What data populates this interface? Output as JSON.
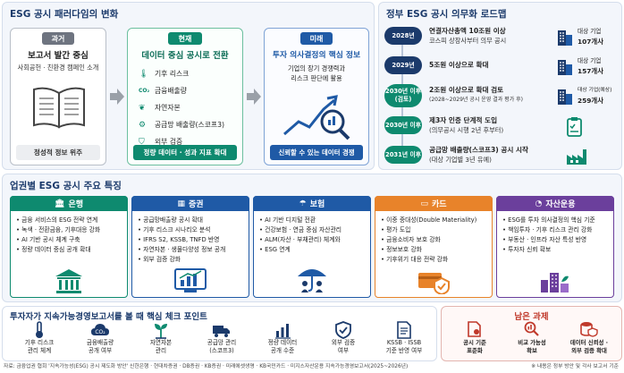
{
  "paradigm": {
    "title": "ESG 공시 패러다임의 변화",
    "past": {
      "tag": "과거",
      "heading": "보고서 발간 중심",
      "sub": "사회공헌 · 친환경 캠페인 소개",
      "footer": "정성적 정보 위주"
    },
    "present": {
      "tag": "현재",
      "heading": "데이터 중심 공시로 전환",
      "items": [
        "기후 리스크",
        "금융배출량",
        "자연자본",
        "공급망 배출량(스코프3)",
        "외부 검증"
      ],
      "footer": "정량 데이터 · 성과 지표 확대"
    },
    "future": {
      "tag": "미래",
      "heading": "투자 의사결정의 핵심 정보",
      "sub1": "기업의 장기 경쟁력과",
      "sub2": "리스크 판단에 활용",
      "footer": "신뢰할 수 있는 데이터 경쟁"
    }
  },
  "roadmap": {
    "title": "정부 ESG 공시 의무화 로드맵",
    "steps": [
      {
        "year": "2028년",
        "year2": "",
        "line1": "연결자산총액 10조원 이상",
        "line2": "코스피 상장사부터 의무 공시",
        "right1": "대상 기업",
        "right2": "107개사"
      },
      {
        "year": "2029년",
        "year2": "",
        "line1": "5조원 이상으로 확대",
        "line2": "",
        "right1": "대상 기업",
        "right2": "157개사"
      },
      {
        "year": "2030년 이후",
        "year2": "(검토)",
        "line1": "2조원 이상으로 확대 검토",
        "line2": "(2028~2029년 공시 운영 결과 평가 후)",
        "right1": "대상 기업(예상)",
        "right2": "259개사"
      },
      {
        "year": "2030년 이후",
        "year2": "",
        "line1": "제3자 인증 단계적 도입",
        "line2": "(의무공시 시행 2년 후부터)",
        "right1": "",
        "right2": ""
      },
      {
        "year": "2031년 이후",
        "year2": "",
        "line1": "공급망 배출량(스코프3) 공시 시작",
        "line2": "(대상 기업별 3년 유예)",
        "right1": "",
        "right2": ""
      }
    ]
  },
  "sectors": {
    "title": "업권별 ESG 공시 주요 특징",
    "list": [
      {
        "name": "은행",
        "items": [
          "금융 서비스의 ESG 전략 연계",
          "녹색 · 전환금융, 기후대응 강화",
          "AI 기반 공시 체계 구축",
          "정량 데이터 중심 공개 확대"
        ]
      },
      {
        "name": "증권",
        "items": [
          "공급망배출량 공시 확대",
          "기후 리스크 시나리오 분석",
          "IFRS S2, KSSB, TNFD 반영",
          "자연자본 · 생물다양성 정보 공개",
          "외부 검증 강화"
        ]
      },
      {
        "name": "보험",
        "items": [
          "AI 기반 디지털 전환",
          "건강보험 · 연금 중심 자산관리",
          "ALM(자산 · 부채관리) 체계와",
          "ESG 연계"
        ]
      },
      {
        "name": "카드",
        "items": [
          "이중 중대성(Double Materiality)",
          "평가 도입",
          "금융소비자 보호 강화",
          "정보보호 강화",
          "기후위기 대응 전략 강화"
        ]
      },
      {
        "name": "자산운용",
        "items": [
          "ESG를 투자 의사결정의 핵심 기준",
          "책임투자 · 기후 리스크 관리 강화",
          "부동산 · 인프라 자산 특성 반영",
          "투자자 신뢰 확보"
        ]
      }
    ]
  },
  "checkpoints": {
    "title": "투자자가 지속가능경영보고서를 볼 때 핵심 체크 포인트",
    "items": [
      {
        "l1": "기후 리스크",
        "l2": "관리 체계"
      },
      {
        "l1": "금융배출량",
        "l2": "공개 여부"
      },
      {
        "l1": "자연자본",
        "l2": "관리"
      },
      {
        "l1": "공급망 관리",
        "l2": "(스코프3)"
      },
      {
        "l1": "정량 데이터",
        "l2": "공개 수준"
      },
      {
        "l1": "외부 검증",
        "l2": "여부"
      },
      {
        "l1": "KSSB · ISSB",
        "l2": "기준 반영 여부"
      }
    ]
  },
  "tasks": {
    "title": "남은 과제",
    "items": [
      {
        "l1": "공시 기준",
        "l2": "표준화"
      },
      {
        "l1": "비교 가능성",
        "l2": "확보"
      },
      {
        "l1": "데이터 신뢰성 ·",
        "l2": "외부 검증 확대"
      }
    ]
  },
  "footer": {
    "source": "자료: 금융업권 협회 '지속가능성(ESG) 공시 제도화 방안' 신한은행 · 현대차증권 · DB증권 · KB증권 · 미래에셋생명 · KB국민카드 · 미지스자산운용 지속가능경영보고서(2025~2026년)",
    "note": "※ 내용은 정부 방안 및 각사 보고서 기준"
  },
  "colors": {
    "navy": "#1b3a6b",
    "teal": "#0e8a6f",
    "blue": "#1f5aa6",
    "orange": "#e8832a",
    "purple": "#6b3f9c",
    "red": "#c0392b"
  }
}
